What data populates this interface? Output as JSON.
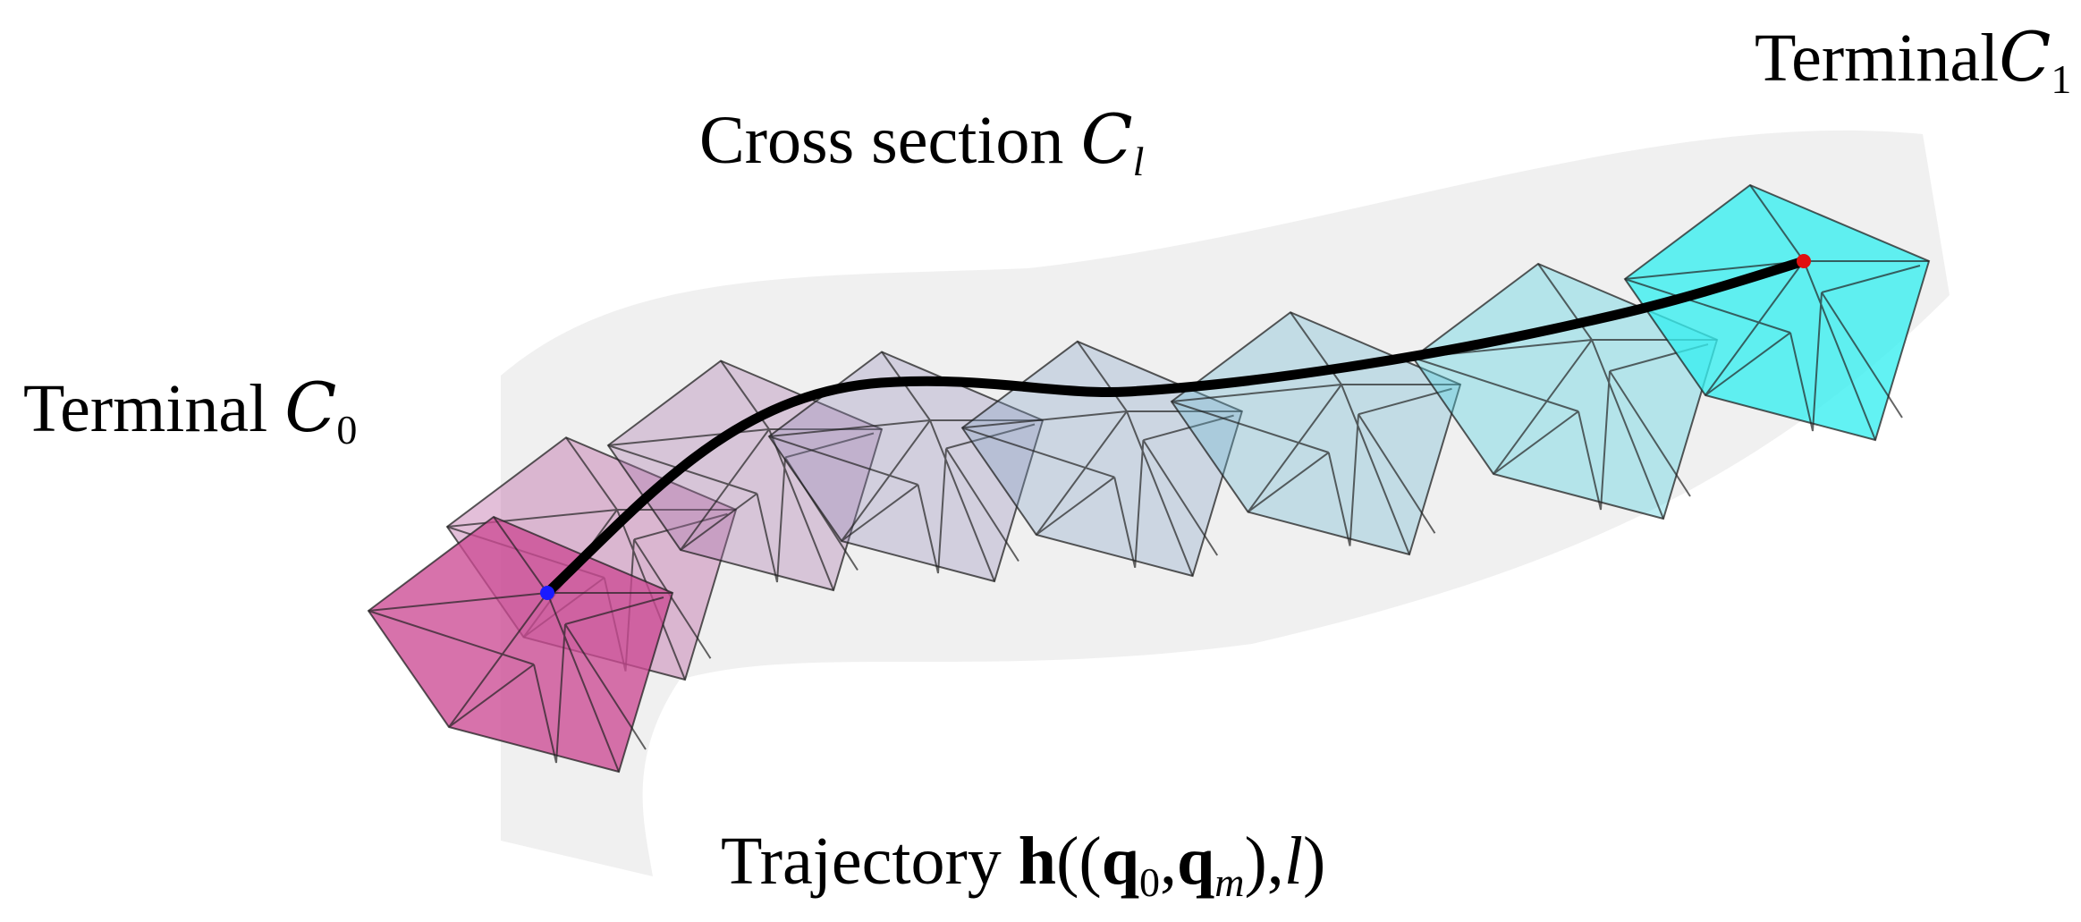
{
  "labels": {
    "terminal_c1": {
      "prefix": "Terminal",
      "symbol": "C",
      "subscript": "1"
    },
    "cross_section": {
      "prefix": "Cross section",
      "symbol": "C",
      "subscript": "l"
    },
    "terminal_c0": {
      "prefix": "Terminal",
      "symbol": "C",
      "subscript": "0"
    },
    "trajectory": {
      "prefix": "Trajectory",
      "h": "h",
      "open": "((",
      "q": "q",
      "q0_sub": "0",
      "comma": ",",
      "qm_sub": "m",
      "close": "),",
      "l": "l",
      "end": ")"
    }
  },
  "colors": {
    "start_section": "#cc4a94",
    "end_section": "#36eef0",
    "trajectory": "#000000",
    "start_point": "#1a1aff",
    "end_point": "#e01010",
    "shadow": "#e6e6e6"
  }
}
